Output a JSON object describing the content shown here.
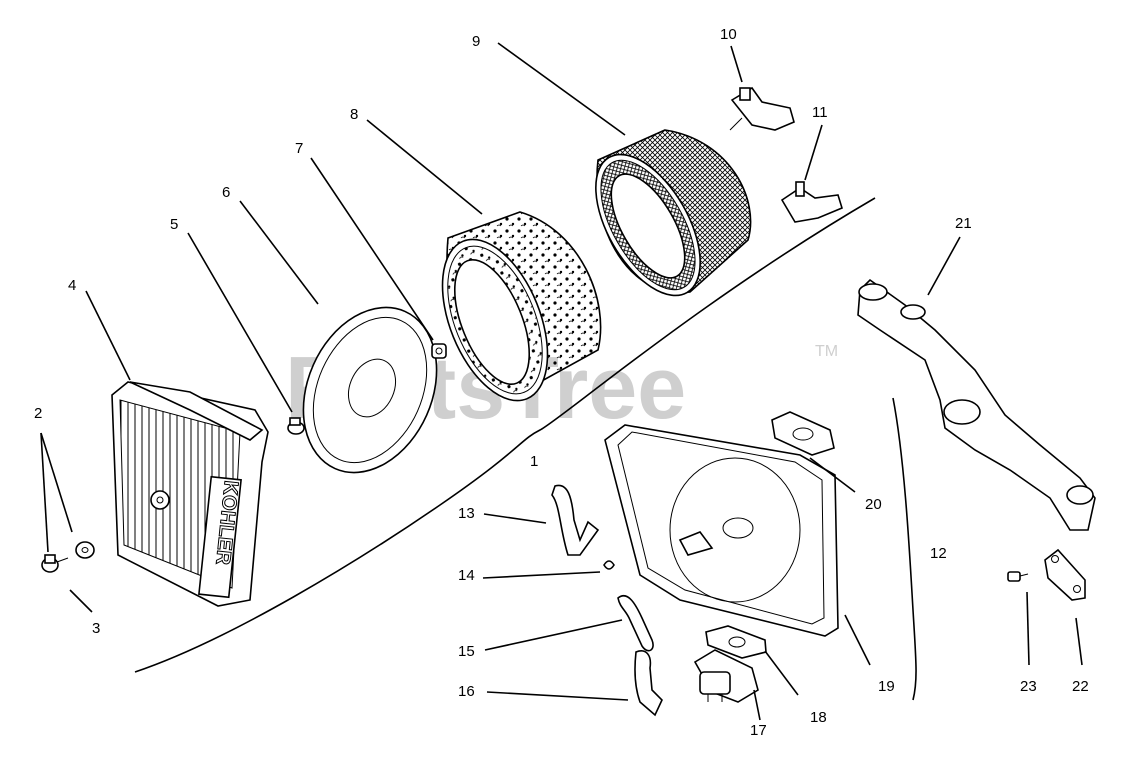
{
  "watermark": {
    "text": "PartsTree",
    "tm": "TM"
  },
  "brand_text": "KOHLER",
  "callouts": {
    "c1": "1",
    "c2": "2",
    "c3": "3",
    "c4": "4",
    "c5": "5",
    "c6": "6",
    "c7": "7",
    "c8": "8",
    "c9": "9",
    "c10": "10",
    "c11": "11",
    "c12": "12",
    "c13": "13",
    "c14": "14",
    "c15": "15",
    "c16": "16",
    "c17": "17",
    "c18": "18",
    "c19": "19",
    "c20": "20",
    "c21": "21",
    "c22": "22",
    "c23": "23"
  },
  "colors": {
    "ink": "#000000",
    "watermark": "#cfcfcf",
    "background": "#ffffff"
  }
}
